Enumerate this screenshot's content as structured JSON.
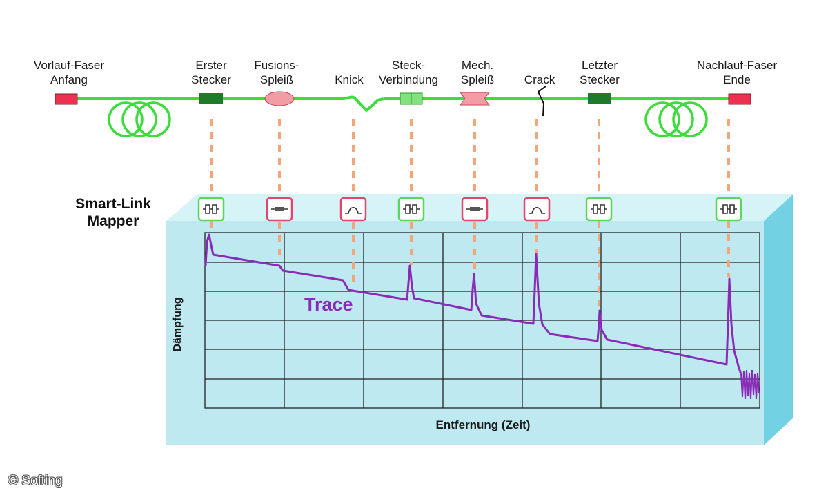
{
  "labels": {
    "vorlauf": [
      "Vorlauf-Faser",
      "Anfang"
    ],
    "erster": [
      "Erster",
      "Stecker"
    ],
    "fusion": [
      "Fusions-",
      "Spleiß"
    ],
    "knick": [
      "Knick"
    ],
    "steck": [
      "Steck-",
      "Verbindung"
    ],
    "mech": [
      "Mech.",
      "Spleiß"
    ],
    "crack": [
      "Crack"
    ],
    "letzter": [
      "Letzter",
      "Stecker"
    ],
    "nachlauf": [
      "Nachlauf-Faser",
      "Ende"
    ]
  },
  "mapper_title": [
    "Smart-Link",
    "Mapper"
  ],
  "ylabel": "Dämpfung",
  "xlabel": "Entfernung (Zeit)",
  "trace_label": "Trace",
  "copyright": "© Softing",
  "colors": {
    "fiber": "#3ddc3d",
    "connector": "#1f7a2a",
    "end_marker": "#ef2f4f",
    "splice_fill": "#f39ca6",
    "dash": "#f4a57a",
    "trace": "#8a2bb8",
    "panel_front": "#bfe9f1",
    "panel_top": "#d6f3f8",
    "panel_side": "#72d1e3",
    "icon_good": "#5cd65c",
    "icon_bad": "#e2476a"
  },
  "events": [
    {
      "label": "Erster Stecker",
      "icon": "connector-icon",
      "status": "good"
    },
    {
      "label": "Fusions-Spleiß",
      "icon": "splice-icon",
      "status": "bad"
    },
    {
      "label": "Knick",
      "icon": "bend-icon",
      "status": "bad"
    },
    {
      "label": "Steck-Verbindung",
      "icon": "connector-icon",
      "status": "good"
    },
    {
      "label": "Mech. Spleiß",
      "icon": "splice-icon",
      "status": "bad"
    },
    {
      "label": "Crack",
      "icon": "bend-icon",
      "status": "bad"
    },
    {
      "label": "Letzter Stecker",
      "icon": "connector-icon",
      "status": "good"
    },
    {
      "label": "Nachlauf-Faser Ende",
      "icon": "connector-icon",
      "status": "good"
    }
  ]
}
